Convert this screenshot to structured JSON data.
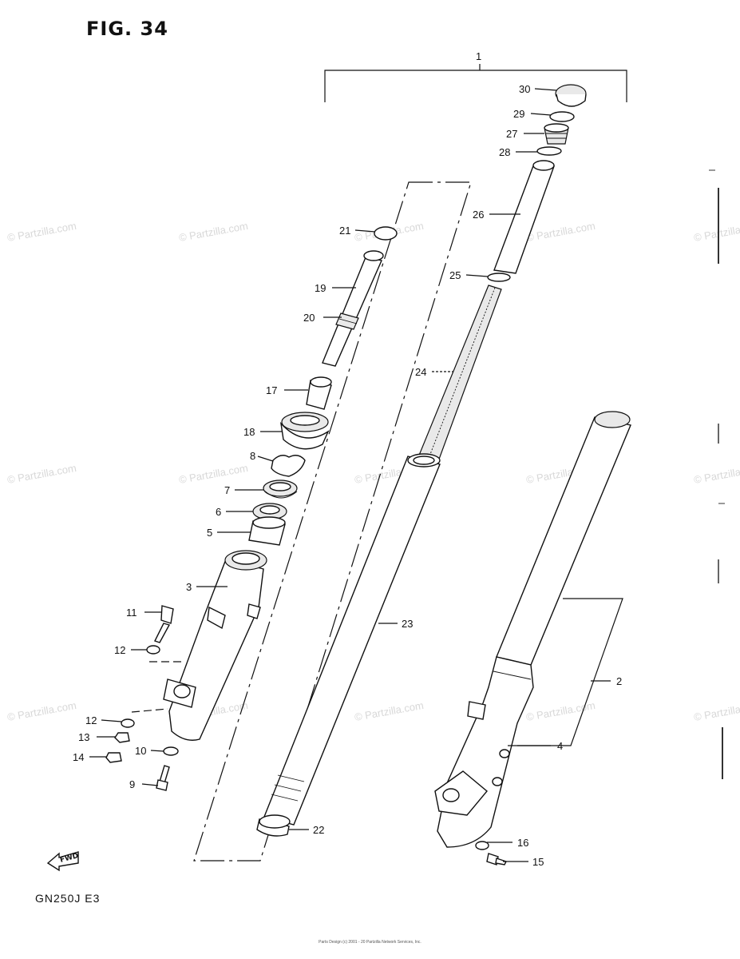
{
  "figure": {
    "title": "FIG. 34",
    "model": "GN250J  E3",
    "fwd_label": "FWD",
    "footer_line1": "",
    "footer_line2": "Parts Design (c) 2001 - 20  Partzilla Network Services, Inc."
  },
  "watermarks": [
    "© Partzilla.com",
    "© Partzilla.com",
    "© Partzilla.com",
    "© Partzilla.com",
    "© Partzilla.com",
    "© Partzilla.com",
    "© Partzilla.com",
    "© Partzilla.com",
    "© Partzilla.com",
    "© Partzilla.com",
    "© Partzilla.com",
    "© Partzilla.com",
    "© Partzilla.com",
    "© Partzilla.com",
    "© Partzilla.com"
  ],
  "callouts": {
    "c1": "1",
    "c2": "2",
    "c3": "3",
    "c4": "4",
    "c5": "5",
    "c6": "6",
    "c7": "7",
    "c8": "8",
    "c9": "9",
    "c10": "10",
    "c11": "11",
    "c12a": "12",
    "c12b": "12",
    "c13": "13",
    "c14": "14",
    "c15": "15",
    "c16": "16",
    "c17": "17",
    "c18": "18",
    "c19": "19",
    "c20": "20",
    "c21": "21",
    "c22": "22",
    "c23": "23",
    "c24": "24",
    "c25": "25",
    "c26": "26",
    "c27": "27",
    "c28": "28",
    "c29": "29",
    "c30": "30"
  }
}
